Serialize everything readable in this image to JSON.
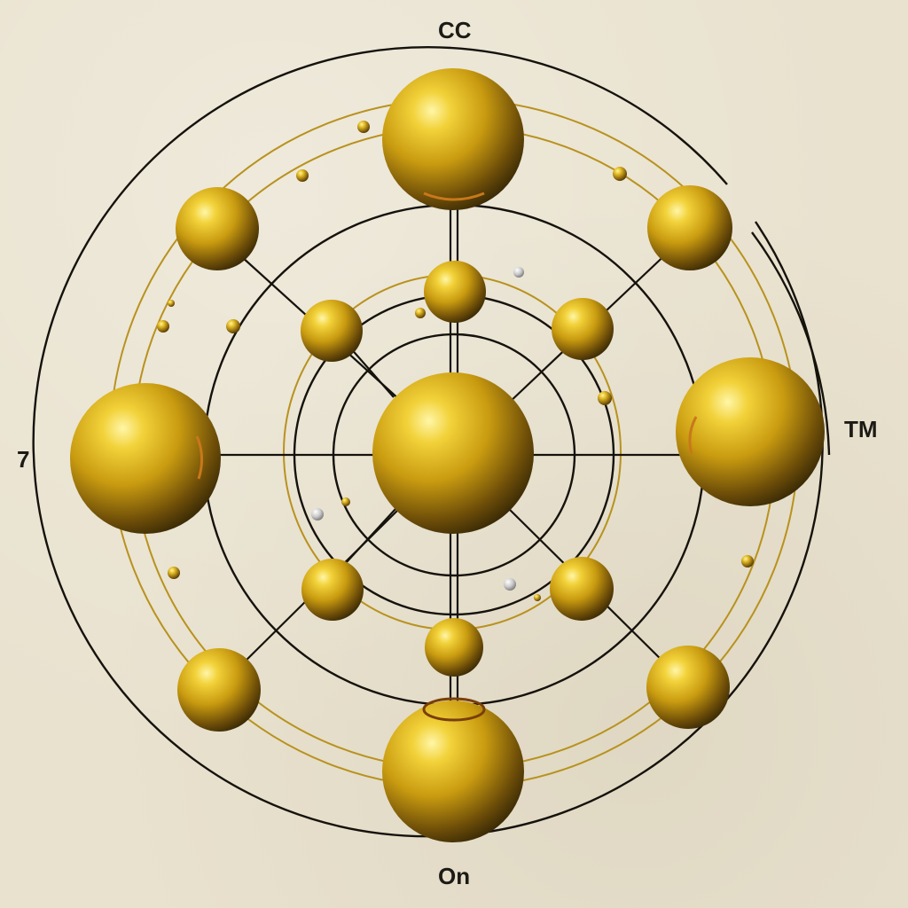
{
  "labels": {
    "top": "CC",
    "right": "TM",
    "left": "7",
    "bottom": "On"
  },
  "colors": {
    "background": "#e9e2cf",
    "ring_dark": "#15120c",
    "ring_gold": "#b8921e",
    "sphere_highlight": "#fff6a8",
    "sphere_mid": "#d4a815",
    "sphere_shadow": "#3a2a06",
    "silver": "#c9c9c9"
  },
  "spheres": [
    {
      "id": "center",
      "role": "nucleus"
    },
    {
      "id": "top",
      "role": "outer-large"
    },
    {
      "id": "bottom",
      "role": "outer-large"
    },
    {
      "id": "left",
      "role": "outer-large"
    },
    {
      "id": "right",
      "role": "outer-large"
    },
    {
      "id": "upper-left",
      "role": "outer-medium"
    },
    {
      "id": "upper-right",
      "role": "outer-medium"
    },
    {
      "id": "lower-left",
      "role": "outer-medium"
    },
    {
      "id": "lower-right",
      "role": "outer-medium"
    },
    {
      "id": "inner-top",
      "role": "inner-small"
    },
    {
      "id": "inner-bottom",
      "role": "inner-small"
    },
    {
      "id": "inner-upper-left",
      "role": "inner-small"
    },
    {
      "id": "inner-upper-right",
      "role": "inner-small"
    },
    {
      "id": "inner-lower-left",
      "role": "inner-small"
    },
    {
      "id": "inner-lower-right",
      "role": "inner-small"
    }
  ]
}
